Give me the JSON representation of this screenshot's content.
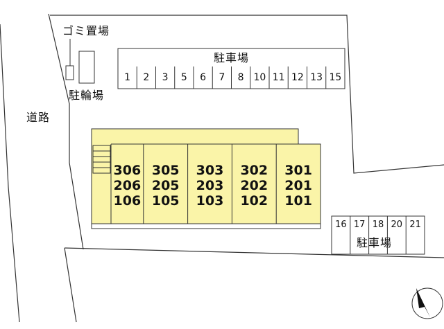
{
  "labels": {
    "garbage": "ゴミ置場",
    "bicycle": "駐輪場",
    "road": "道路",
    "parking_north": "駐車場",
    "parking_south": "駐車場"
  },
  "parking_north_numbers": [
    "1",
    "2",
    "3",
    "5",
    "6",
    "7",
    "8",
    "10",
    "11",
    "12",
    "13",
    "15"
  ],
  "parking_south_numbers": [
    "16",
    "17",
    "18",
    "20",
    "21"
  ],
  "units": [
    {
      "floors": [
        "306",
        "206",
        "106"
      ]
    },
    {
      "floors": [
        "305",
        "205",
        "105"
      ]
    },
    {
      "floors": [
        "303",
        "203",
        "103"
      ]
    },
    {
      "floors": [
        "302",
        "202",
        "102"
      ]
    },
    {
      "floors": [
        "301",
        "201",
        "101"
      ]
    }
  ],
  "colors": {
    "building": "#faf4a8",
    "line": "#333333"
  },
  "compass": {
    "icon": "north-arrow-icon"
  }
}
